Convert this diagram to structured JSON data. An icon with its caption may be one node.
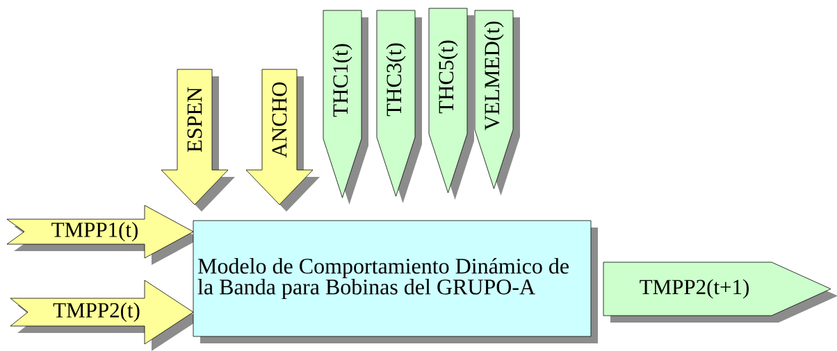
{
  "diagram": {
    "nodes": [
      {
        "text": [
          "ESPEN"
        ]
      },
      {
        "text": [
          "ANCHO"
        ]
      },
      {
        "text": [
          "THC1(t)"
        ]
      },
      {
        "text": [
          "THC3(t)"
        ]
      },
      {
        "text": [
          "THC5(t)"
        ]
      },
      {
        "text": [
          "VELMED(t)"
        ]
      },
      {
        "text": [
          "TMPP1(t)"
        ]
      },
      {
        "text": [
          "TMPP2(t)"
        ]
      },
      {
        "text": [
          "Modelo de Comportamiento Dinámico de la Banda para Bobinas del GRUPO-A"
        ]
      },
      {
        "text": [
          "TMPP2(t+1)"
        ]
      }
    ]
  }
}
